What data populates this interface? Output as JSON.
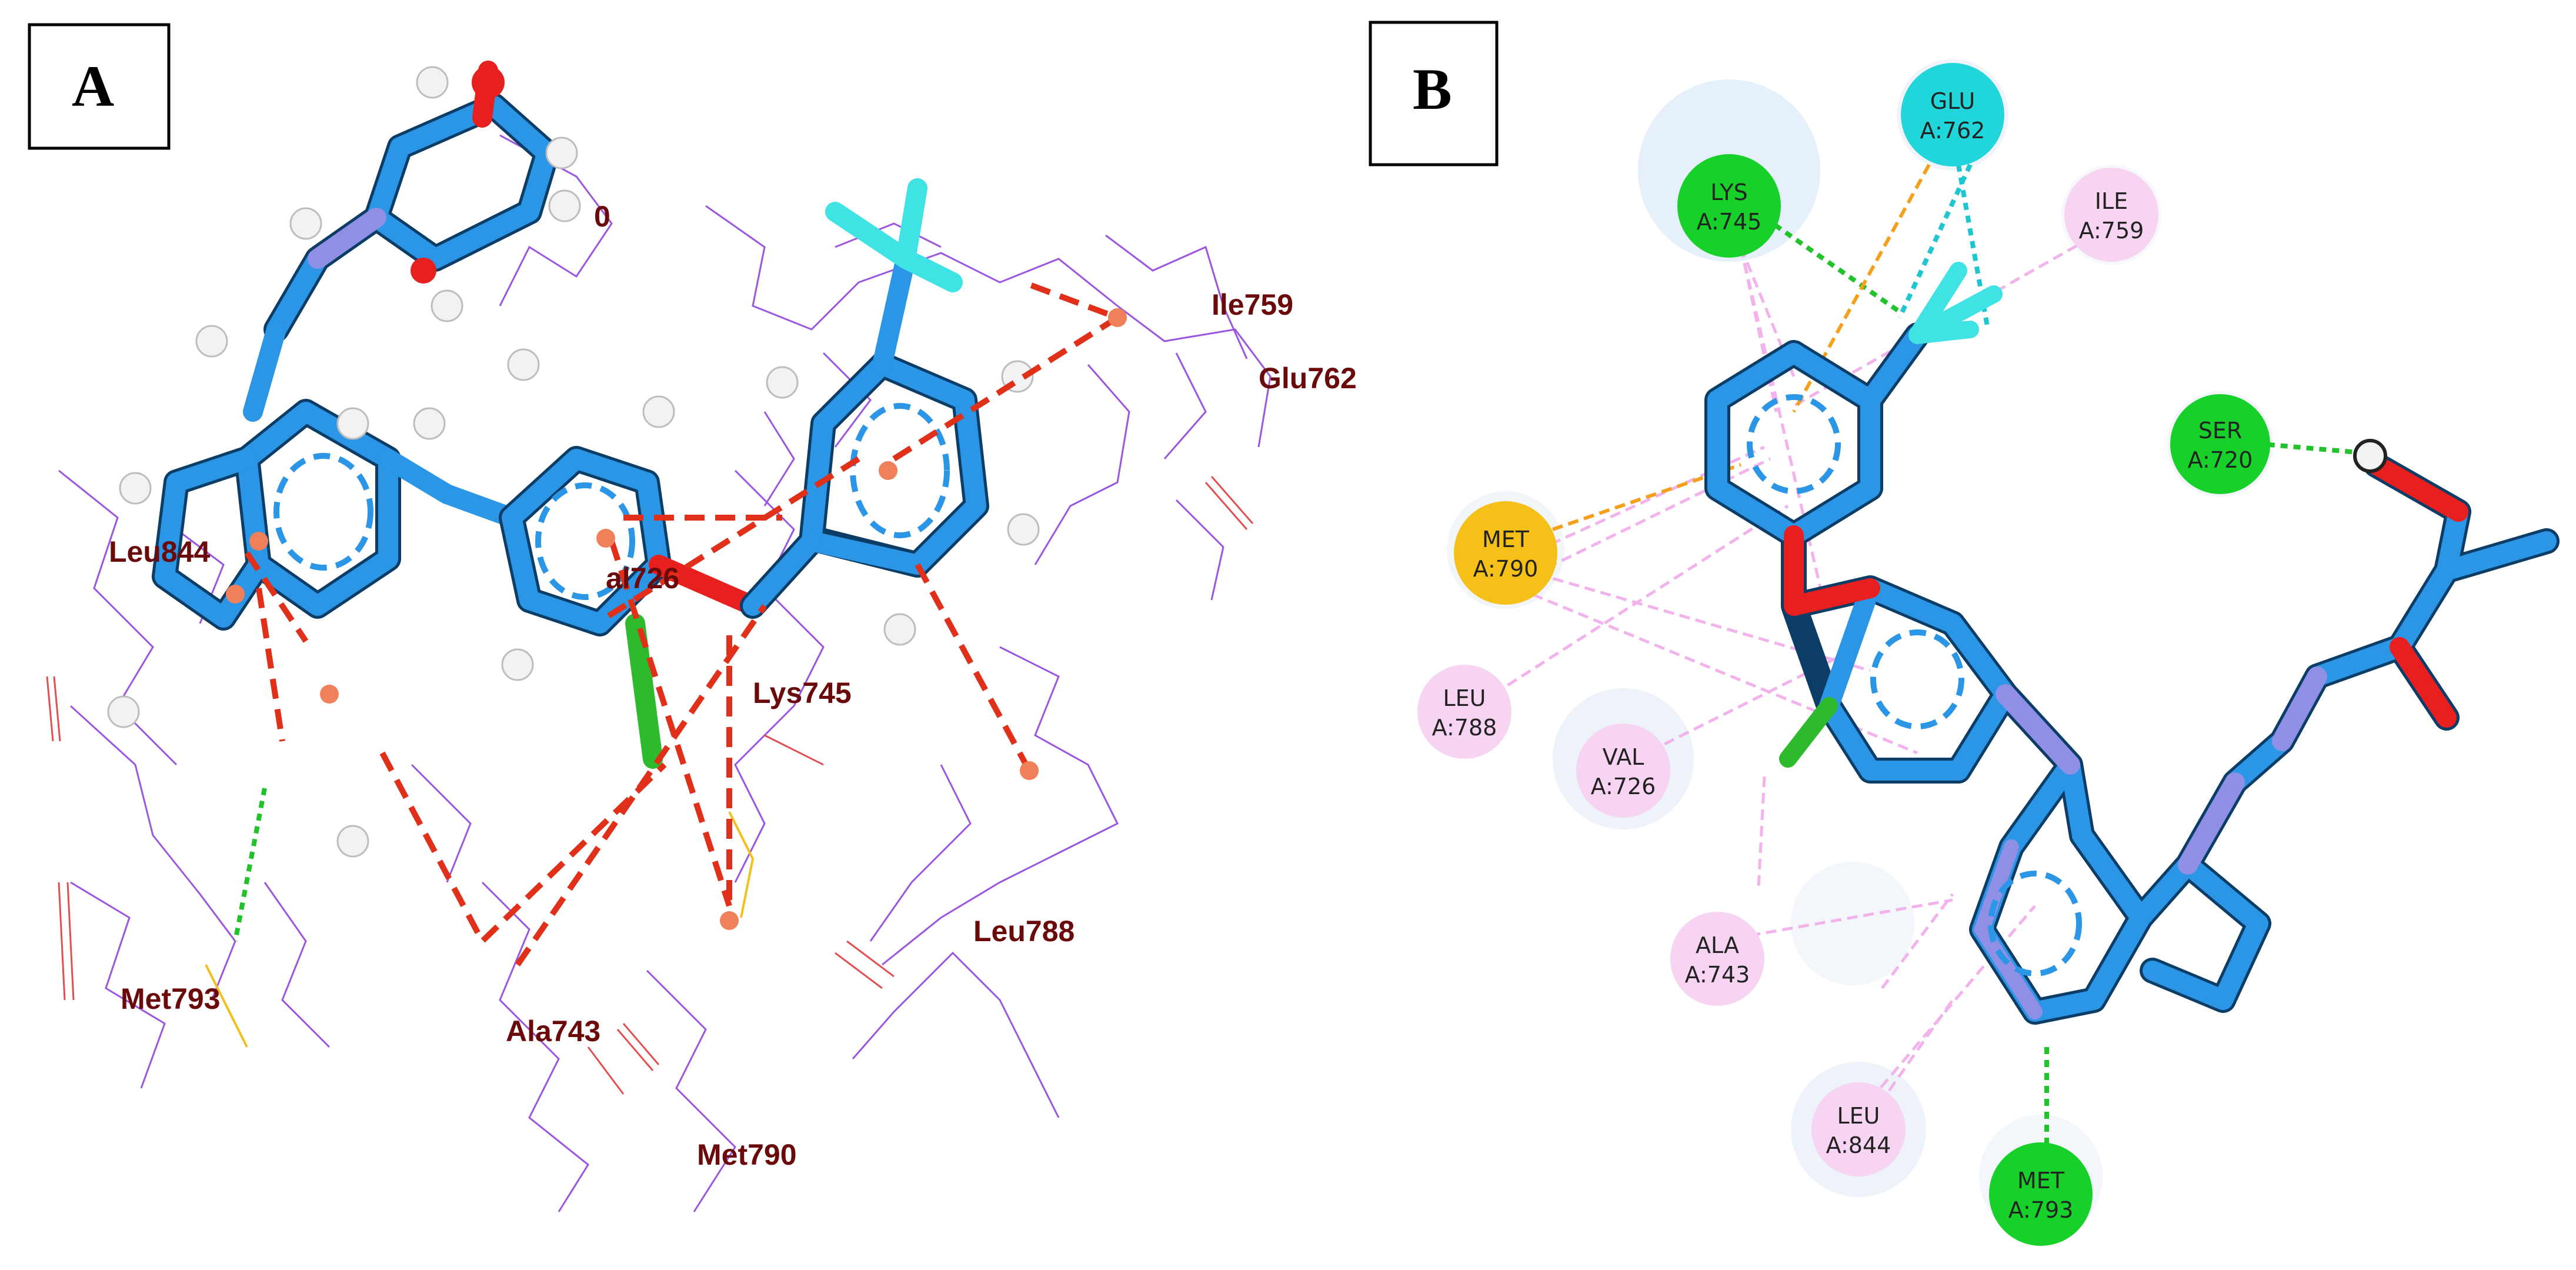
{
  "panels": {
    "a": {
      "letter": "A",
      "residues": {
        "ile759": "Ile759",
        "glu762": "Glu762",
        "leu844": "Leu844",
        "val726": "al726",
        "lys745": "Lys745",
        "leu788": "Leu788",
        "met793": "Met793",
        "ala743": "Ala743",
        "met790": "Met790",
        "partial_label": "0"
      }
    },
    "b": {
      "letter": "B",
      "nodes": [
        {
          "id": "lys745",
          "name": "LYS",
          "id_label": "A:745",
          "color": "#17d12a"
        },
        {
          "id": "glu762",
          "name": "GLU",
          "id_label": "A:762",
          "color": "#20d6da"
        },
        {
          "id": "ile759",
          "name": "ILE",
          "id_label": "A:759",
          "color": "#f7d4f2"
        },
        {
          "id": "ser720",
          "name": "SER",
          "id_label": "A:720",
          "color": "#17d12a"
        },
        {
          "id": "met790",
          "name": "MET",
          "id_label": "A:790",
          "color": "#f5c018"
        },
        {
          "id": "leu788",
          "name": "LEU",
          "id_label": "A:788",
          "color": "#f7d4f2"
        },
        {
          "id": "val726",
          "name": "VAL",
          "id_label": "A:726",
          "color": "#f7d4f2"
        },
        {
          "id": "ala743",
          "name": "ALA",
          "id_label": "A:743",
          "color": "#f7d4f2"
        },
        {
          "id": "leu844",
          "name": "LEU",
          "id_label": "A:844",
          "color": "#f7d4f2"
        },
        {
          "id": "met793",
          "name": "MET",
          "id_label": "A:793",
          "color": "#17d12a"
        }
      ]
    }
  },
  "colors": {
    "carbon": "#2b95e6",
    "nitrogen": "#8f8fe6",
    "oxygen": "#e81f1f",
    "fluorine": "#3fe3e3",
    "chlorine": "#2dbb2d",
    "hydrogen": "#f2f2f2",
    "hbond": "#22c22a",
    "halogen": "#1ec6cf",
    "pi_cation": "#f5a01a",
    "alkyl": "#f2b3ec",
    "interaction_3d": "#e0301a"
  }
}
